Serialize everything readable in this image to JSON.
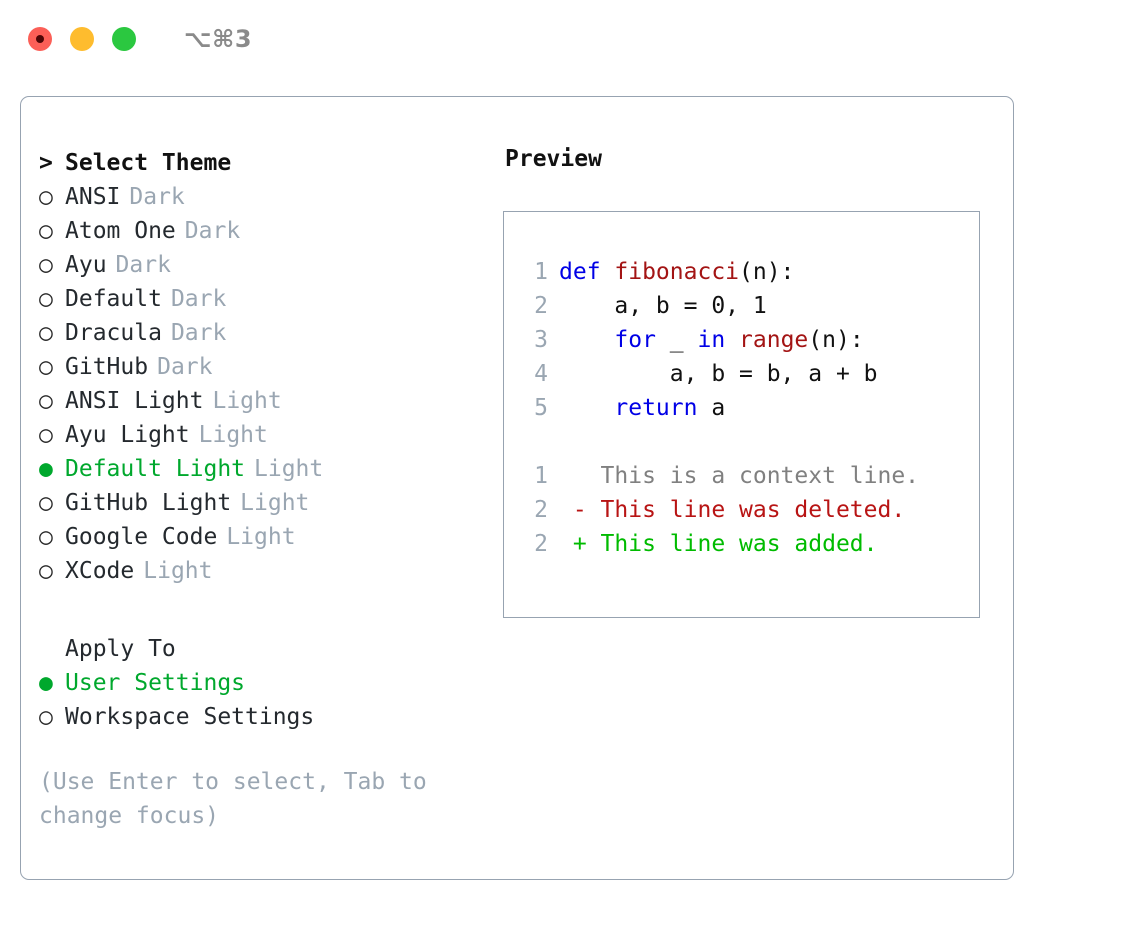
{
  "titlebar": {
    "shortcut": "⌥⌘3",
    "buttons": [
      {
        "name": "close",
        "color": "#fb5f57"
      },
      {
        "name": "minimize",
        "color": "#febc2e"
      },
      {
        "name": "maximize",
        "color": "#2bc840"
      }
    ]
  },
  "theme_picker": {
    "header": {
      "caret": ">",
      "label": "Select Theme"
    },
    "bullet_unselected": "○",
    "bullet_selected": "●",
    "items": [
      {
        "bullet": "○",
        "label": "ANSI",
        "tag": "Dark",
        "selected": false
      },
      {
        "bullet": "○",
        "label": "Atom One",
        "tag": "Dark",
        "selected": false
      },
      {
        "bullet": "○",
        "label": "Ayu",
        "tag": "Dark",
        "selected": false
      },
      {
        "bullet": "○",
        "label": "Default",
        "tag": "Dark",
        "selected": false
      },
      {
        "bullet": "○",
        "label": "Dracula",
        "tag": "Dark",
        "selected": false
      },
      {
        "bullet": "○",
        "label": "GitHub",
        "tag": "Dark",
        "selected": false
      },
      {
        "bullet": "○",
        "label": "ANSI Light",
        "tag": "Light",
        "selected": false
      },
      {
        "bullet": "○",
        "label": "Ayu Light",
        "tag": "Light",
        "selected": false
      },
      {
        "bullet": "●",
        "label": "Default Light",
        "tag": "Light",
        "selected": true
      },
      {
        "bullet": "○",
        "label": "GitHub Light",
        "tag": "Light",
        "selected": false
      },
      {
        "bullet": "○",
        "label": "Google Code",
        "tag": "Light",
        "selected": false
      },
      {
        "bullet": "○",
        "label": "XCode",
        "tag": "Light",
        "selected": false
      }
    ]
  },
  "apply_to": {
    "header": "Apply To",
    "items": [
      {
        "bullet": "●",
        "label": "User Settings",
        "selected": true
      },
      {
        "bullet": "○",
        "label": "Workspace Settings",
        "selected": false
      }
    ]
  },
  "hint": "(Use Enter to select, Tab to change focus)",
  "preview": {
    "title": "Preview",
    "code_lines": [
      {
        "lineno": "1",
        "tokens": [
          {
            "text": "def ",
            "kind": "kw"
          },
          {
            "text": "fibonacci",
            "kind": "fn"
          },
          {
            "text": "(n):",
            "kind": "plain"
          }
        ]
      },
      {
        "lineno": "2",
        "tokens": [
          {
            "text": "    a, b = 0, 1",
            "kind": "plain"
          }
        ]
      },
      {
        "lineno": "3",
        "tokens": [
          {
            "text": "    ",
            "kind": "plain"
          },
          {
            "text": "for",
            "kind": "kw"
          },
          {
            "text": " _ ",
            "kind": "plain"
          },
          {
            "text": "in",
            "kind": "kw"
          },
          {
            "text": " ",
            "kind": "plain"
          },
          {
            "text": "range",
            "kind": "fn"
          },
          {
            "text": "(n):",
            "kind": "plain"
          }
        ]
      },
      {
        "lineno": "4",
        "tokens": [
          {
            "text": "        a, b = b, a + b",
            "kind": "plain"
          }
        ]
      },
      {
        "lineno": "5",
        "tokens": [
          {
            "text": "    ",
            "kind": "plain"
          },
          {
            "text": "return",
            "kind": "kw"
          },
          {
            "text": " a",
            "kind": "plain"
          }
        ]
      }
    ],
    "diff_lines": [
      {
        "lineno": "1",
        "tokens": [
          {
            "text": "   This is a context line.",
            "kind": "ctx"
          }
        ]
      },
      {
        "lineno": "2",
        "tokens": [
          {
            "text": " - This line was deleted.",
            "kind": "del"
          }
        ]
      },
      {
        "lineno": "2",
        "tokens": [
          {
            "text": " + This line was added.",
            "kind": "add"
          }
        ]
      }
    ]
  },
  "colors": {
    "accent_green": "#00a82d",
    "muted": "#9aa6b2",
    "border": "#97a3b1",
    "keyword": "#0000e6",
    "function": "#a31414",
    "diff_add": "#00bb00",
    "diff_del": "#b81414",
    "diff_ctx": "#808080"
  }
}
